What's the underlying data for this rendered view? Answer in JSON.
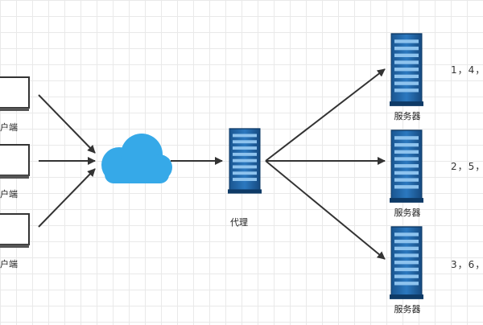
{
  "clients": [
    {
      "label": "户端"
    },
    {
      "label": "户端"
    },
    {
      "label": "户端"
    }
  ],
  "proxy": {
    "label": "代理"
  },
  "servers": [
    {
      "label": "服务器",
      "sequence": "1，4，"
    },
    {
      "label": "服务器",
      "sequence": "2，5，"
    },
    {
      "label": "服务器",
      "sequence": "3，6，"
    }
  ],
  "colors": {
    "server_blue": "#1f5f9a",
    "server_light": "#7fb6e6",
    "cloud": "#36a9e8",
    "arrow": "#333333"
  }
}
